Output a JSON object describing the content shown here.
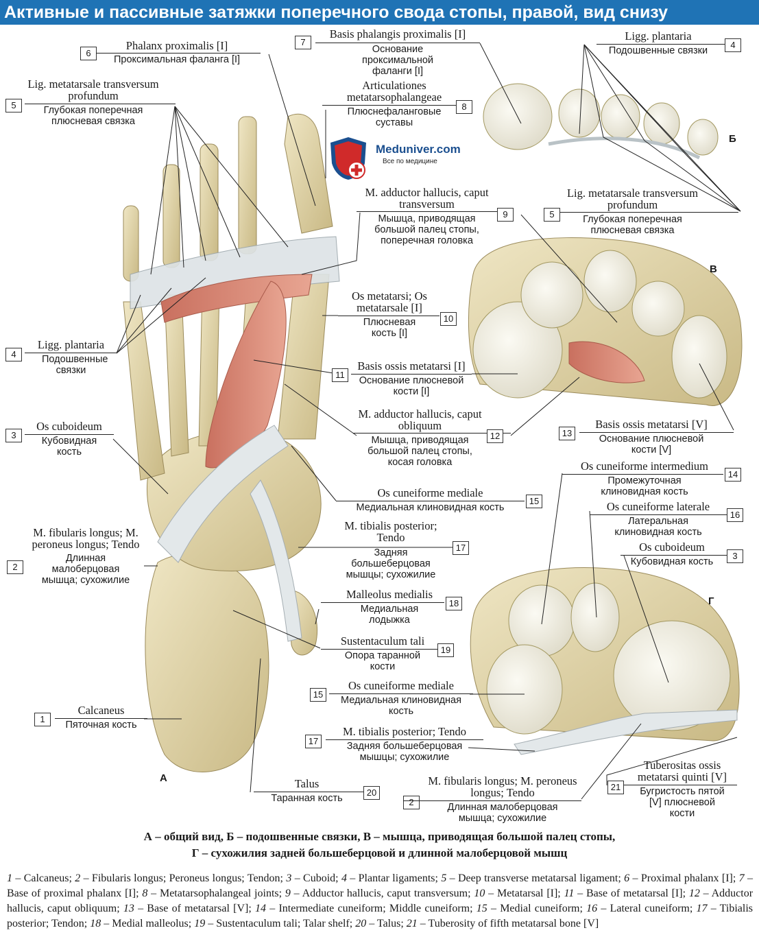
{
  "title": "Активные и пассивные затяжки поперечного свода стопы, правой, вид снизу",
  "logo": {
    "brand": "Meduniver.com",
    "tagline": "Все по медицине"
  },
  "panels": {
    "A": "А",
    "B": "Б",
    "V": "В",
    "G": "Г"
  },
  "labels": {
    "l6": {
      "num": "6",
      "latin": "Phalanx proximalis [I]",
      "ru": "Проксимальная фаланга [I]"
    },
    "l7": {
      "num": "7",
      "latin": "Basis phalangis proximalis [I]",
      "ru": "Основание проксимальной фаланги [I]"
    },
    "l4b": {
      "num": "4",
      "latin": "Ligg. plantaria",
      "ru": "Подошвенные связки"
    },
    "l5a": {
      "num": "5",
      "latin": "Lig. metatarsale transversum profundum",
      "ru": "Глубокая поперечная плюсневая связка"
    },
    "l8": {
      "num": "8",
      "latin": "Articulationes metatarsophalangeae",
      "ru": "Плюснефаланговые суставы"
    },
    "l9": {
      "num": "9",
      "latin": "M. adductor hallucis, caput transversum",
      "ru": "Мышца, приводящая большой палец стопы, поперечная головка"
    },
    "l5b": {
      "num": "5",
      "latin": "Lig. metatarsale transversum profundum",
      "ru": "Глубокая поперечная плюсневая связка"
    },
    "l10": {
      "num": "10",
      "latin": "Os metatarsi; Os metatarsale [I]",
      "ru": "Плюсневая кость [I]"
    },
    "l4a": {
      "num": "4",
      "latin": "Ligg. plantaria",
      "ru": "Подошвенные связки"
    },
    "l11": {
      "num": "11",
      "latin": "Basis ossis metatarsi [I]",
      "ru": "Основание плюсневой кости [I]"
    },
    "l12": {
      "num": "12",
      "latin": "M. adductor hallucis, caput obliquum",
      "ru": "Мышца, приводящая большой палец стопы, косая головка"
    },
    "l13": {
      "num": "13",
      "latin": "Basis ossis metatarsi [V]",
      "ru": "Основание плюсневой кости [V]"
    },
    "l3a": {
      "num": "3",
      "latin": "Os cuboideum",
      "ru": "Кубовидная кость"
    },
    "l14": {
      "num": "14",
      "latin": "Os cuneiforme intermedium",
      "ru": "Промежуточная клиновидная кость"
    },
    "l15a": {
      "num": "15",
      "latin": "Os cuneiforme mediale",
      "ru": "Медиальная клиновидная кость"
    },
    "l16": {
      "num": "16",
      "latin": "Os cuneiforme laterale",
      "ru": "Латеральная клиновидная кость"
    },
    "l17a": {
      "num": "17",
      "latin": "M. tibialis posterior; Tendo",
      "ru": "Задняя большеберцовая мышцы; сухожилие"
    },
    "l3b": {
      "num": "3",
      "latin": "Os cuboideum",
      "ru": "Кубовидная кость"
    },
    "l2a": {
      "num": "2",
      "latin": "M. fibularis longus; M. peroneus longus; Tendo",
      "ru": "Длинная малоберцовая мышца; сухожилие"
    },
    "l18": {
      "num": "18",
      "latin": "Malleolus medialis",
      "ru": "Медиальная лодыжка"
    },
    "l19": {
      "num": "19",
      "latin": "Sustentaculum tali",
      "ru": "Опора таранной кости"
    },
    "l15b": {
      "num": "15",
      "latin": "Os cuneiforme mediale",
      "ru": "Медиальная клиновидная кость"
    },
    "l1": {
      "num": "1",
      "latin": "Calcaneus",
      "ru": "Пяточная кость"
    },
    "l17b": {
      "num": "17",
      "latin": "M. tibialis posterior; Tendo",
      "ru": "Задняя большеберцовая мышцы; сухожилие"
    },
    "l20": {
      "num": "20",
      "latin": "Talus",
      "ru": "Таранная кость"
    },
    "l2b": {
      "num": "2",
      "latin": "M. fibularis longus; M. peroneus longus; Tendo",
      "ru": "Длинная малоберцовая мышца; сухожилие"
    },
    "l21": {
      "num": "21",
      "latin": "Tuberositas ossis metatarsi quinti [V]",
      "ru": "Бугристость пятой [V] плюсневой кости"
    }
  },
  "caption": {
    "line1": "А – общий вид, Б – подошвенные связки, В – мышца, приводящая большой палец стопы,",
    "line2": "Г – сухожилия задней большеберцовой и длинной малоберцовой мышц"
  },
  "legend": [
    {
      "n": "1",
      "t": "Calcaneus;"
    },
    {
      "n": "2",
      "t": "Fibularis longus; Peroneus longus; Tendon;"
    },
    {
      "n": "3",
      "t": "Cuboid;"
    },
    {
      "n": "4",
      "t": "Plantar ligaments;"
    },
    {
      "n": "5",
      "t": "Deep transverse metatarsal ligament;"
    },
    {
      "n": "6",
      "t": "Proximal phalanx [I];"
    },
    {
      "n": "7",
      "t": "Base of proximal phalanx [I];"
    },
    {
      "n": "8",
      "t": "Metatarsophalangeal joints;"
    },
    {
      "n": "9",
      "t": "Adductor hallucis, caput transversum;"
    },
    {
      "n": "10",
      "t": "Metatarsal [I];"
    },
    {
      "n": "11",
      "t": "Base of metatarsal [I];"
    },
    {
      "n": "12",
      "t": "Adductor hallucis, caput obliquum;"
    },
    {
      "n": "13",
      "t": "Base of metatarsal [V];"
    },
    {
      "n": "14",
      "t": "Intermediate cuneiform; Middle cuneiform;"
    },
    {
      "n": "15",
      "t": "Medial cuneiform;"
    },
    {
      "n": "16",
      "t": "Lateral cuneiform;"
    },
    {
      "n": "17",
      "t": "Tibialis posterior; Tendon;"
    },
    {
      "n": "18",
      "t": "Medial malleolus;"
    },
    {
      "n": "19",
      "t": "Sustentaculum tali; Talar shelf;"
    },
    {
      "n": "20",
      "t": "Talus;"
    },
    {
      "n": "21",
      "t": "Tuberosity of fifth metatarsal bone [V]"
    }
  ],
  "colors": {
    "title_bar": "#1f73b5",
    "bone": "#e4d9b0",
    "bone_shade": "#c7b884",
    "ligament": "#dde3e6",
    "muscle": "#d88a78",
    "cartilage": "#f1efe6"
  }
}
